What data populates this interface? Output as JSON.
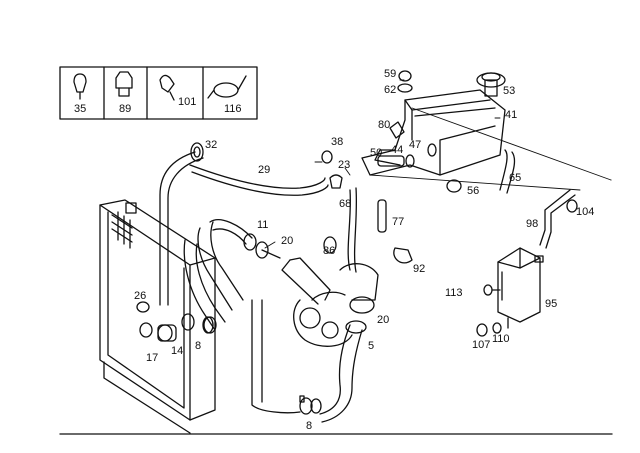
{
  "legend_parts": [
    "35",
    "89",
    "101",
    "116"
  ],
  "callouts": {
    "p59": "59",
    "p62": "62",
    "p53": "53",
    "p41": "41",
    "p80": "80",
    "p38": "38",
    "p50": "50",
    "p44": "44",
    "p47": "47",
    "p32": "32",
    "p29": "29",
    "p23": "23",
    "p65": "65",
    "p56": "56",
    "p68": "68",
    "p98": "98",
    "p104": "104",
    "p11": "11",
    "p20a": "20",
    "p77": "77",
    "p86": "86",
    "p92": "92",
    "p113": "113",
    "p95": "95",
    "p26": "26",
    "p17": "17",
    "p14": "14",
    "p8a": "8",
    "p20b": "20",
    "p5": "5",
    "p107": "107",
    "p110": "110",
    "p8b": "8"
  }
}
